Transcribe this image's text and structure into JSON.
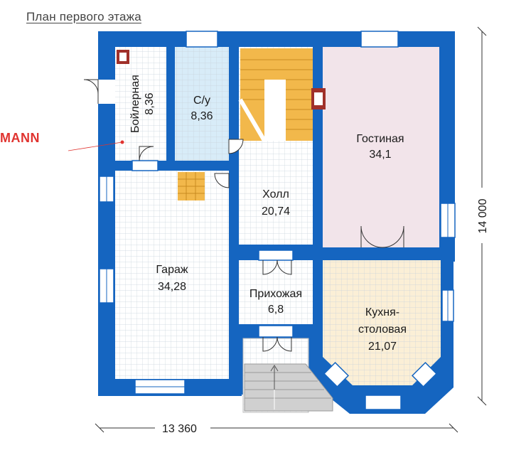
{
  "title": "План первого этажа",
  "brand": "MANN",
  "rooms": {
    "boiler": {
      "name": "Бойлерная",
      "area": "8,36"
    },
    "bathroom": {
      "name": "С/у",
      "area": "8,36"
    },
    "living": {
      "name": "Гостиная",
      "area": "34,1"
    },
    "hall": {
      "name": "Холл",
      "area": "20,74"
    },
    "garage": {
      "name": "Гараж",
      "area": "34,28"
    },
    "entry": {
      "name": "Прихожая",
      "area": "6,8"
    },
    "kitchen": {
      "name": "Кухня-",
      "name2": "столовая",
      "area": "21,07"
    }
  },
  "dimensions": {
    "width": "13 360",
    "height": "14 000"
  },
  "colors": {
    "wall": "#1565c0",
    "garage_floor": "#ffffff",
    "bath_floor": "#d8ecf8",
    "living_floor": "#f2e4ea",
    "kitchen_floor": "#fbefd6",
    "stair": "#f2b84b",
    "brand": "#e0332f"
  }
}
